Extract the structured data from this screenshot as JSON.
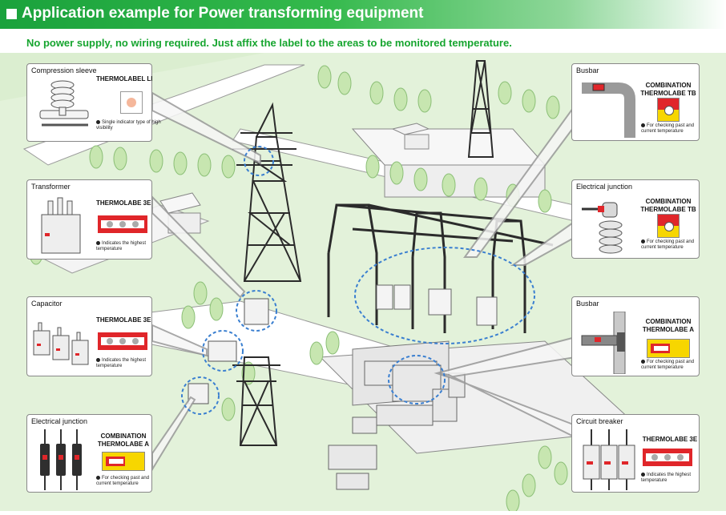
{
  "header": {
    "title": "Application example for Power transforming equipment",
    "subtitle": "No power supply, no wiring required.  Just affix the label to the areas to be monitored temperature."
  },
  "colors": {
    "header_green": "#1aa23c",
    "subtitle_green": "#16a52f",
    "ground": "#dbeed0",
    "highlight": "#3a7fd0",
    "label_red": "#e0262a",
    "label_yellow": "#f7d600"
  },
  "panels": [
    {
      "title": "Compression sleeve",
      "product": "THERMOLABEL LI",
      "desc": "Single indicator type of high visibility",
      "label_type": "single",
      "icon": "compression-sleeve-icon"
    },
    {
      "title": "Transformer",
      "product": "THERMOLABE 3E",
      "desc": "Indicates the highest temperature",
      "label_type": "three",
      "icon": "transformer-icon"
    },
    {
      "title": "Capacitor",
      "product": "THERMOLABE 3E",
      "desc": "Indicates the highest temperature",
      "label_type": "three",
      "icon": "capacitor-icon"
    },
    {
      "title": "Electrical junction",
      "product": "COMBINATION\nTHERMOLABE A",
      "desc": "For checking past and current temperature",
      "label_type": "combo_a",
      "icon": "fuse-junction-icon"
    },
    {
      "title": "Busbar",
      "product": "COMBINATION\nTHERMOLABE TB",
      "desc": "For checking past and current temperature",
      "label_type": "combo_tb",
      "icon": "busbar-bend-icon"
    },
    {
      "title": "Electrical junction",
      "product": "COMBINATION\nTHERMOLABE TB",
      "desc": "For checking past and current temperature",
      "label_type": "combo_tb",
      "icon": "insulator-junction-icon"
    },
    {
      "title": "Busbar",
      "product": "COMBINATION\nTHERMOLABE A",
      "desc": "For checking past and current temperature",
      "label_type": "combo_a",
      "icon": "busbar-clamp-icon"
    },
    {
      "title": "Circuit breaker",
      "product": "THERMOLABE 3E",
      "desc": "Indicates the highest temperature",
      "label_type": "three",
      "icon": "circuit-breaker-icon"
    }
  ]
}
